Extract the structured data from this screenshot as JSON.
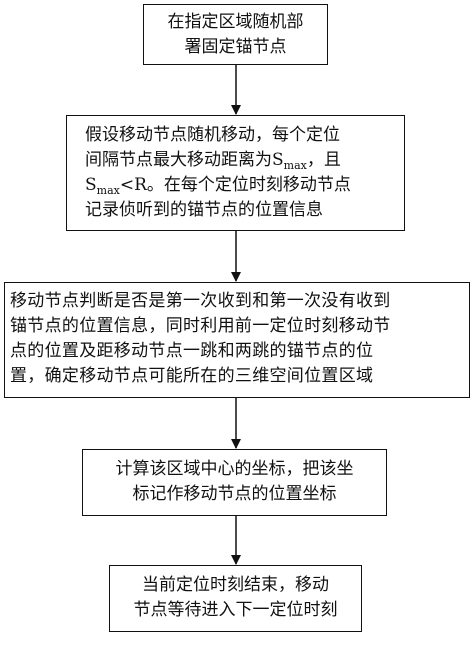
{
  "flowchart": {
    "step1": {
      "lines": [
        "在指定区域随机部",
        "署固定锚节点"
      ]
    },
    "step2": {
      "line1": "假设移动节点随机移动，每个定位",
      "line2_a": "间隔节点最大移动距离为S",
      "line2_sub": "max",
      "line2_b": "，且",
      "line3_a": "S",
      "line3_sub": "max",
      "line3_b": "<R。在每个定位时刻移动节点",
      "line4": "记录侦听到的锚节点的位置信息"
    },
    "step3": {
      "lines": [
        "移动节点判断是否是第一次收到和第一次没有收到",
        "锚节点的位置信息，同时利用前一定位时刻移动节",
        "点的位置及距移动节点一跳和两跳的锚节点的位",
        "置，确定移动节点可能所在的三维空间位置区域"
      ]
    },
    "step4": {
      "lines": [
        "计算该区域中心的坐标，把该坐",
        "标记作移动节点的位置坐标"
      ]
    },
    "step5": {
      "lines": [
        "当前定位时刻结束，移动",
        "节点等待进入下一定位时刻"
      ]
    }
  }
}
